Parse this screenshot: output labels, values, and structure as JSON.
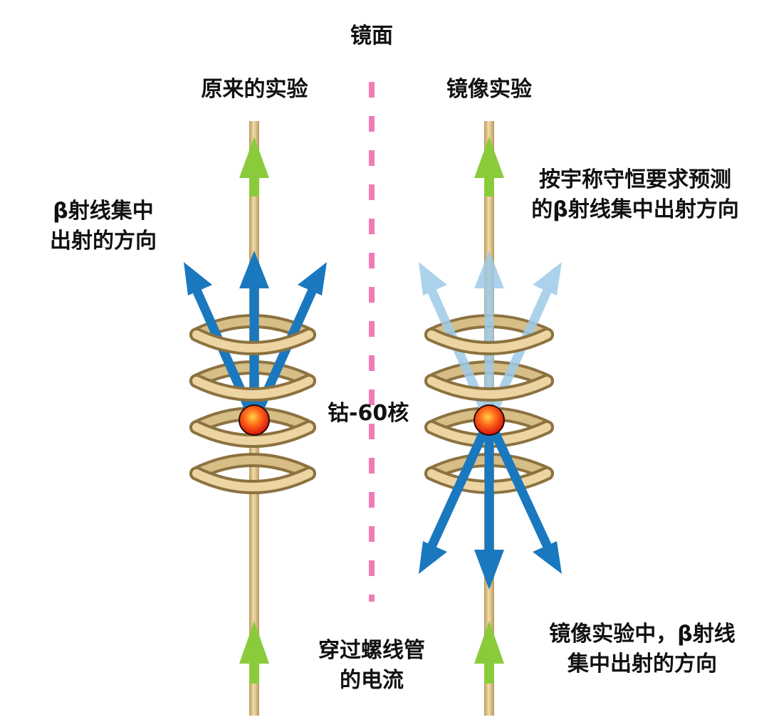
{
  "labels": {
    "mirror": "镜面",
    "original": "原来的实验",
    "mirrored": "镜像实验",
    "beta_original_line1": "β射线集中",
    "beta_original_line2": "出射的方向",
    "parity_prediction_line1": "按宇称守恒要求预测",
    "parity_prediction_line2": "的β射线集中出射方向",
    "cobalt": "钴-60核",
    "current_line1": "穿过螺线管",
    "current_line2": "的电流",
    "mirror_result_line1": "镜像实验中，β射线",
    "mirror_result_line2": "集中出射的方向"
  },
  "colors": {
    "wire": "#e0c48a",
    "wire_dark": "#a88a4e",
    "current_arrow": "#8acb3c",
    "beta_arrow": "#1a78bf",
    "beta_arrow_faded": "#9ecbe8",
    "nucleus": "#e8140e",
    "mirror_line": "#f07cb6"
  }
}
